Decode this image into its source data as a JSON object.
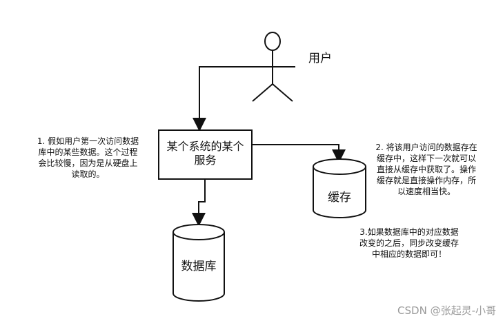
{
  "user": {
    "label": "用户",
    "icon": "stick-figure-icon"
  },
  "service": {
    "lines": [
      "某个系统的某个",
      "服务"
    ]
  },
  "cache": {
    "label": "缓存",
    "icon": "database-cylinder-icon"
  },
  "database": {
    "label": "数据库",
    "icon": "database-cylinder-icon"
  },
  "notes": {
    "first_access": [
      "1. 假如用户第一次访问数据",
      "库中的某些数据。这个过程",
      "会比较慢，因为是从硬盘上",
      "读取的。"
    ],
    "store_cache": [
      "2. 将该用户访问的数据存在",
      "缓存中，这样下一次就可以",
      "直接从缓存中获取了。操作",
      "缓存就是直接操作内存，所",
      "以速度相当快。"
    ],
    "sync_update": [
      "3.如果数据库中的对应数据",
      "改变的之后，同步改变缓存",
      "中相应的数据即可！"
    ]
  },
  "watermark": "CSDN @张起灵-小哥",
  "colors": {
    "line": "#111111",
    "background": "#ffffff",
    "watermark": "#9a9a9a"
  }
}
